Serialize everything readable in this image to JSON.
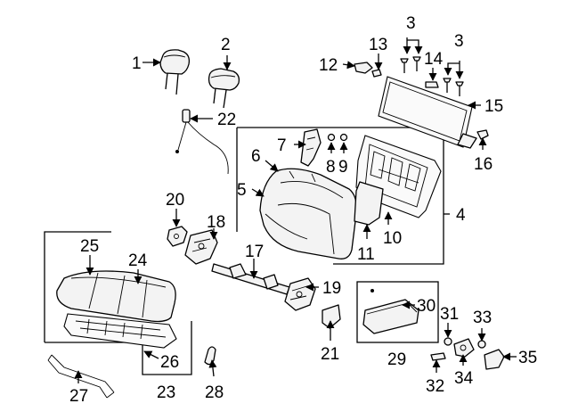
{
  "diagram": {
    "callouts": [
      "1",
      "2",
      "3",
      "3",
      "4",
      "5",
      "6",
      "7",
      "8",
      "9",
      "10",
      "11",
      "12",
      "13",
      "14",
      "15",
      "16",
      "17",
      "18",
      "19",
      "20",
      "21",
      "22",
      "23",
      "24",
      "25",
      "26",
      "27",
      "28",
      "29",
      "30",
      "31",
      "32",
      "33",
      "34",
      "35"
    ]
  }
}
